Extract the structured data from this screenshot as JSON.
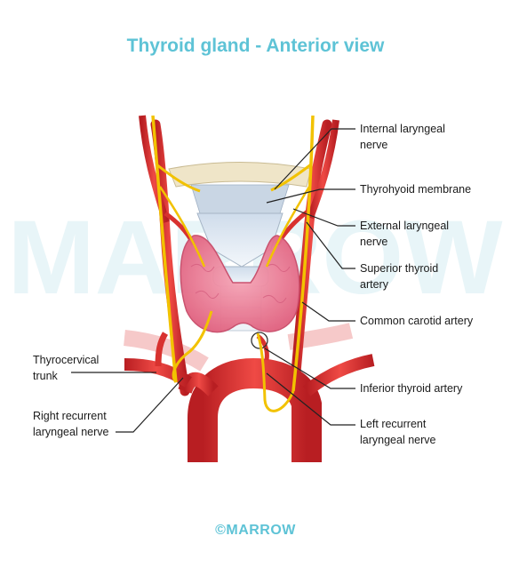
{
  "title": "Thyroid gland - Anterior view",
  "labels": {
    "internal_laryngeal_nerve": "Internal laryngeal\nnerve",
    "thyrohyoid_membrane": "Thyrohyoid membrane",
    "external_laryngeal_nerve": "External laryngeal\nnerve",
    "superior_thyroid_artery": "Superior thyroid\nartery",
    "common_carotid_artery": "Common carotid artery",
    "inferior_thyroid_artery": "Inferior thyroid artery",
    "left_recurrent_laryngeal_nerve": "Left recurrent\nlaryngeal nerve",
    "thyrocervical_trunk": "Thyrocervical\ntrunk",
    "right_recurrent_laryngeal_nerve": "Right recurrent\nlaryngeal nerve"
  },
  "watermark": "MARROW",
  "footer": "©MARROW",
  "colors": {
    "title": "#5ec3d6",
    "artery": "#e0393a",
    "nerve": "#f2c200",
    "thyroid": "#f07b97",
    "cartilage": "#e7eef6",
    "hyoid": "#f2ead2"
  }
}
